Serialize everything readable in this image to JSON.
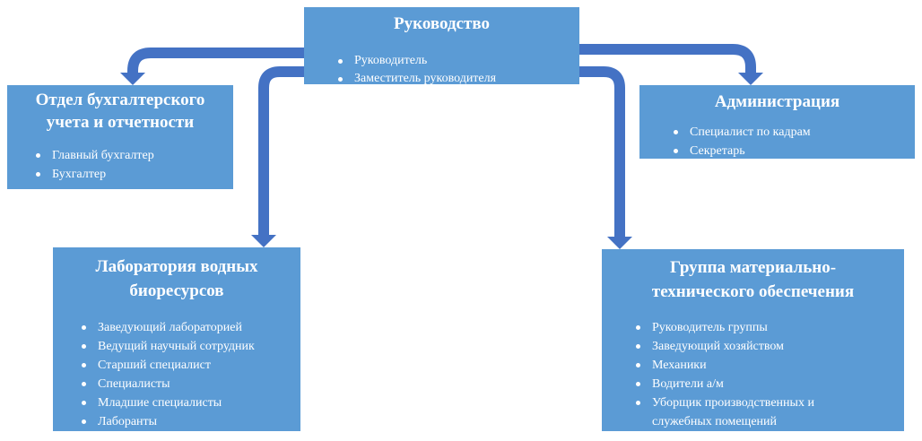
{
  "colors": {
    "box_fill": "#5b9bd5",
    "connector": "#4472c4",
    "text": "#ffffff"
  },
  "org": {
    "management": {
      "title": "Руководство",
      "items": [
        "Руководитель",
        "Заместитель руководителя"
      ]
    },
    "accounting": {
      "title": "Отдел бухгалтерского\nучета и отчетности",
      "items": [
        "Главный бухгалтер",
        "Бухгалтер"
      ]
    },
    "administration": {
      "title": "Администрация",
      "items": [
        "Специалист по кадрам",
        "Секретарь"
      ]
    },
    "laboratory": {
      "title": "Лаборатория водных\nбиоресурсов",
      "items": [
        "Заведующий лабораторией",
        "Ведущий научный сотрудник",
        "Старший специалист",
        "Специалисты",
        "Младшие специалисты",
        "Лаборанты"
      ]
    },
    "logistics": {
      "title": "Группа материально-\nтехнического обеспечения",
      "items": [
        "Руководитель группы",
        "Заведующий хозяйством",
        "Механики",
        "Водители а/м",
        "Уборщик производственных и\nслужебных помещений"
      ]
    }
  }
}
